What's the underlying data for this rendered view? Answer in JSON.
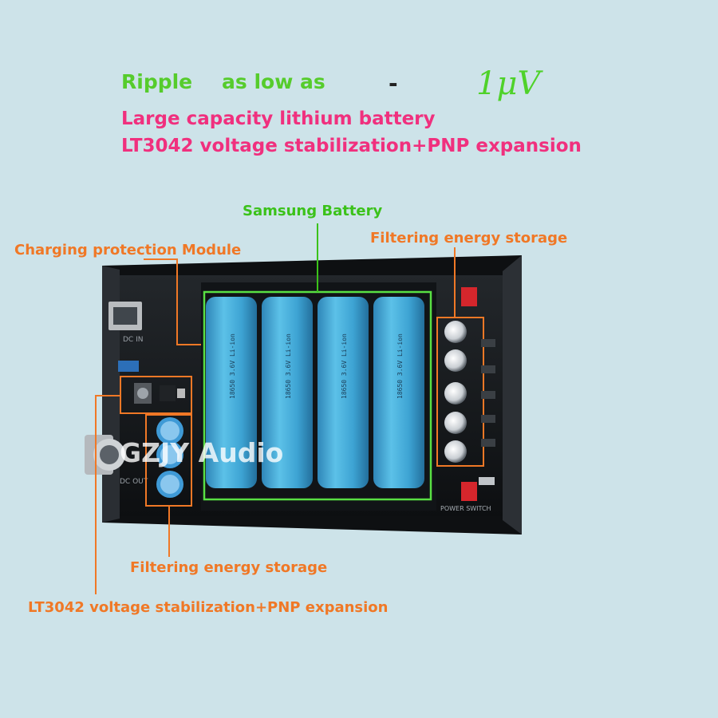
{
  "headline": {
    "ripple": "Ripple",
    "as_low_as": "as low as",
    "dash": "-",
    "value": "1μV"
  },
  "features": [
    "Large capacity lithium battery",
    "LT3042 voltage stabilization+PNP expansion"
  ],
  "callouts": {
    "samsung_battery": "Samsung Battery",
    "charging_module": "Charging protection Module",
    "filtering_right": "Filtering energy storage",
    "filtering_bottom": "Filtering energy storage",
    "lt3042_bottom": "LT3042 voltage stabilization+PNP expansion"
  },
  "board_labels": {
    "dc_in": "DC IN",
    "dc_out": "DC OUT",
    "power_switch": "POWER SWITCH"
  },
  "watermark": "GZJY Audio",
  "battery_print": "18650 3.6V Li-ion",
  "colors": {
    "background": "#cde3e9",
    "headline_green": "#56cc2c",
    "feature_pink": "#f0307e",
    "callout_orange": "#f07826",
    "callout_green": "#3bc21a",
    "battery_blue": "#4bb0dc"
  }
}
